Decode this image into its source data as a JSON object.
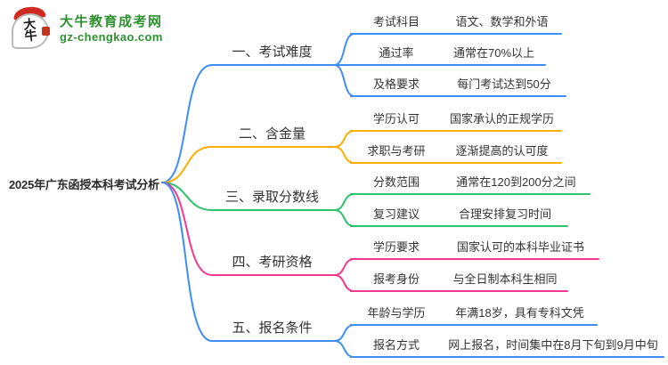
{
  "logo": {
    "icon_text": "大牛",
    "title": "大牛教育成考网",
    "subtitle": "gz-chengkao.com",
    "brand_color": "#2F9032"
  },
  "mindmap": {
    "root": "2025年广东函授本科考试分析",
    "branches": [
      {
        "label": "一、考试难度",
        "color": "#3E8EF7",
        "children": [
          {
            "label": "考试科目",
            "value": "语文、数学和外语"
          },
          {
            "label": "通过率",
            "value": "通常在70%以上"
          },
          {
            "label": "及格要求",
            "value": "每门考试达到50分"
          }
        ]
      },
      {
        "label": "二、含金量",
        "color": "#FFAD00",
        "children": [
          {
            "label": "学历认可",
            "value": "国家承认的正规学历"
          },
          {
            "label": "求职与考研",
            "value": "逐渐提高的认可度"
          }
        ]
      },
      {
        "label": "三、录取分数线",
        "color": "#2EC16E",
        "children": [
          {
            "label": "分数范围",
            "value": "通常在120到200分之间"
          },
          {
            "label": "复习建议",
            "value": "合理安排复习时间"
          }
        ]
      },
      {
        "label": "四、考研资格",
        "color": "#F5388D",
        "children": [
          {
            "label": "学历要求",
            "value": "国家认可的本科毕业证书"
          },
          {
            "label": "报考身份",
            "value": "与全日制本科生相同"
          }
        ]
      },
      {
        "label": "五、报名条件",
        "color": "#3E8EF7",
        "children": [
          {
            "label": "年龄与学历",
            "value": "年满18岁，具有专科文凭"
          },
          {
            "label": "报名方式",
            "value": "网上报名，时间集中在8月下旬到9月中旬"
          }
        ]
      }
    ]
  }
}
